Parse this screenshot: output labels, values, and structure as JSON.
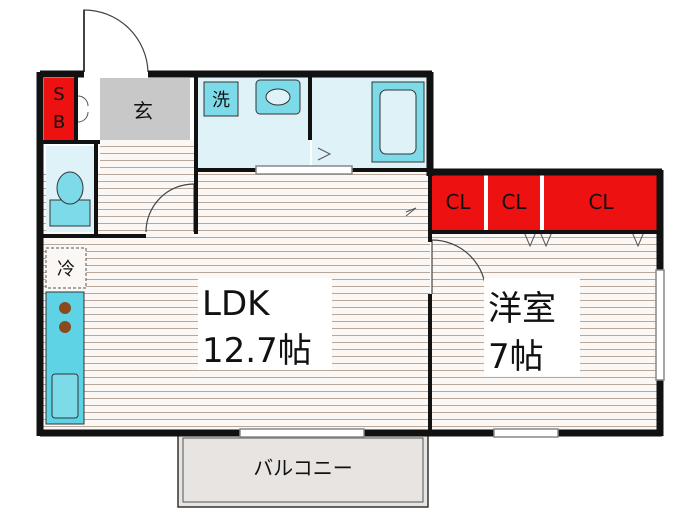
{
  "rooms": {
    "ldk": {
      "name": "LDK",
      "size": "12.7帖"
    },
    "bedroom": {
      "name": "洋室",
      "size": "7帖"
    },
    "entrance": "玄",
    "washroom": "洗",
    "shoebox_top": "S",
    "shoebox_bottom": "B",
    "fridge": "冷",
    "balcony": "バルコニー"
  },
  "closets": [
    "CL",
    "CL",
    "CL"
  ],
  "colors": {
    "wall": "#111111",
    "floor_line": "#b8a89c",
    "floor_bg": "#fbf7f4",
    "wet_area": "#dff2f7",
    "fixture": "#5fd3e6",
    "closet": "#ee1111",
    "entrance_tile": "#c8c8c8",
    "balcony": "#e8e4e1",
    "stove_burner": "#8b4a1e"
  }
}
